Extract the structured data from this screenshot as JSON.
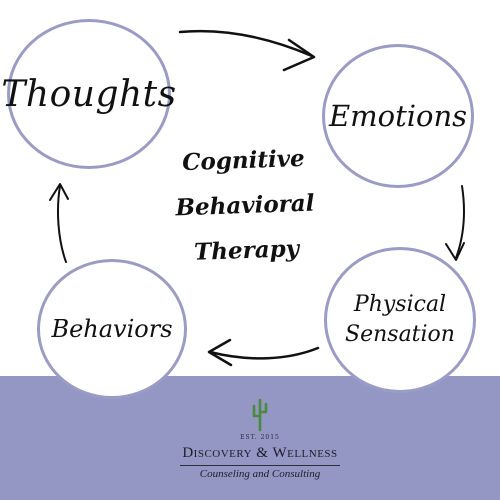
{
  "diagram": {
    "center_title": "Cognitive\nBehavioral\nTherapy",
    "nodes": {
      "thoughts": "Thoughts",
      "emotions": "Emotions",
      "physical_sensation": "Physical\nSensation",
      "behaviors": "Behaviors"
    }
  },
  "logo": {
    "est": "EST. 2015",
    "brand": "Discovery & Wellness",
    "subtitle": "Counseling and Consulting"
  },
  "colors": {
    "band": "#9496c4",
    "node_border": "#9b9cc6",
    "arrow": "#111111",
    "logo_mark": "#4a8a3c"
  }
}
